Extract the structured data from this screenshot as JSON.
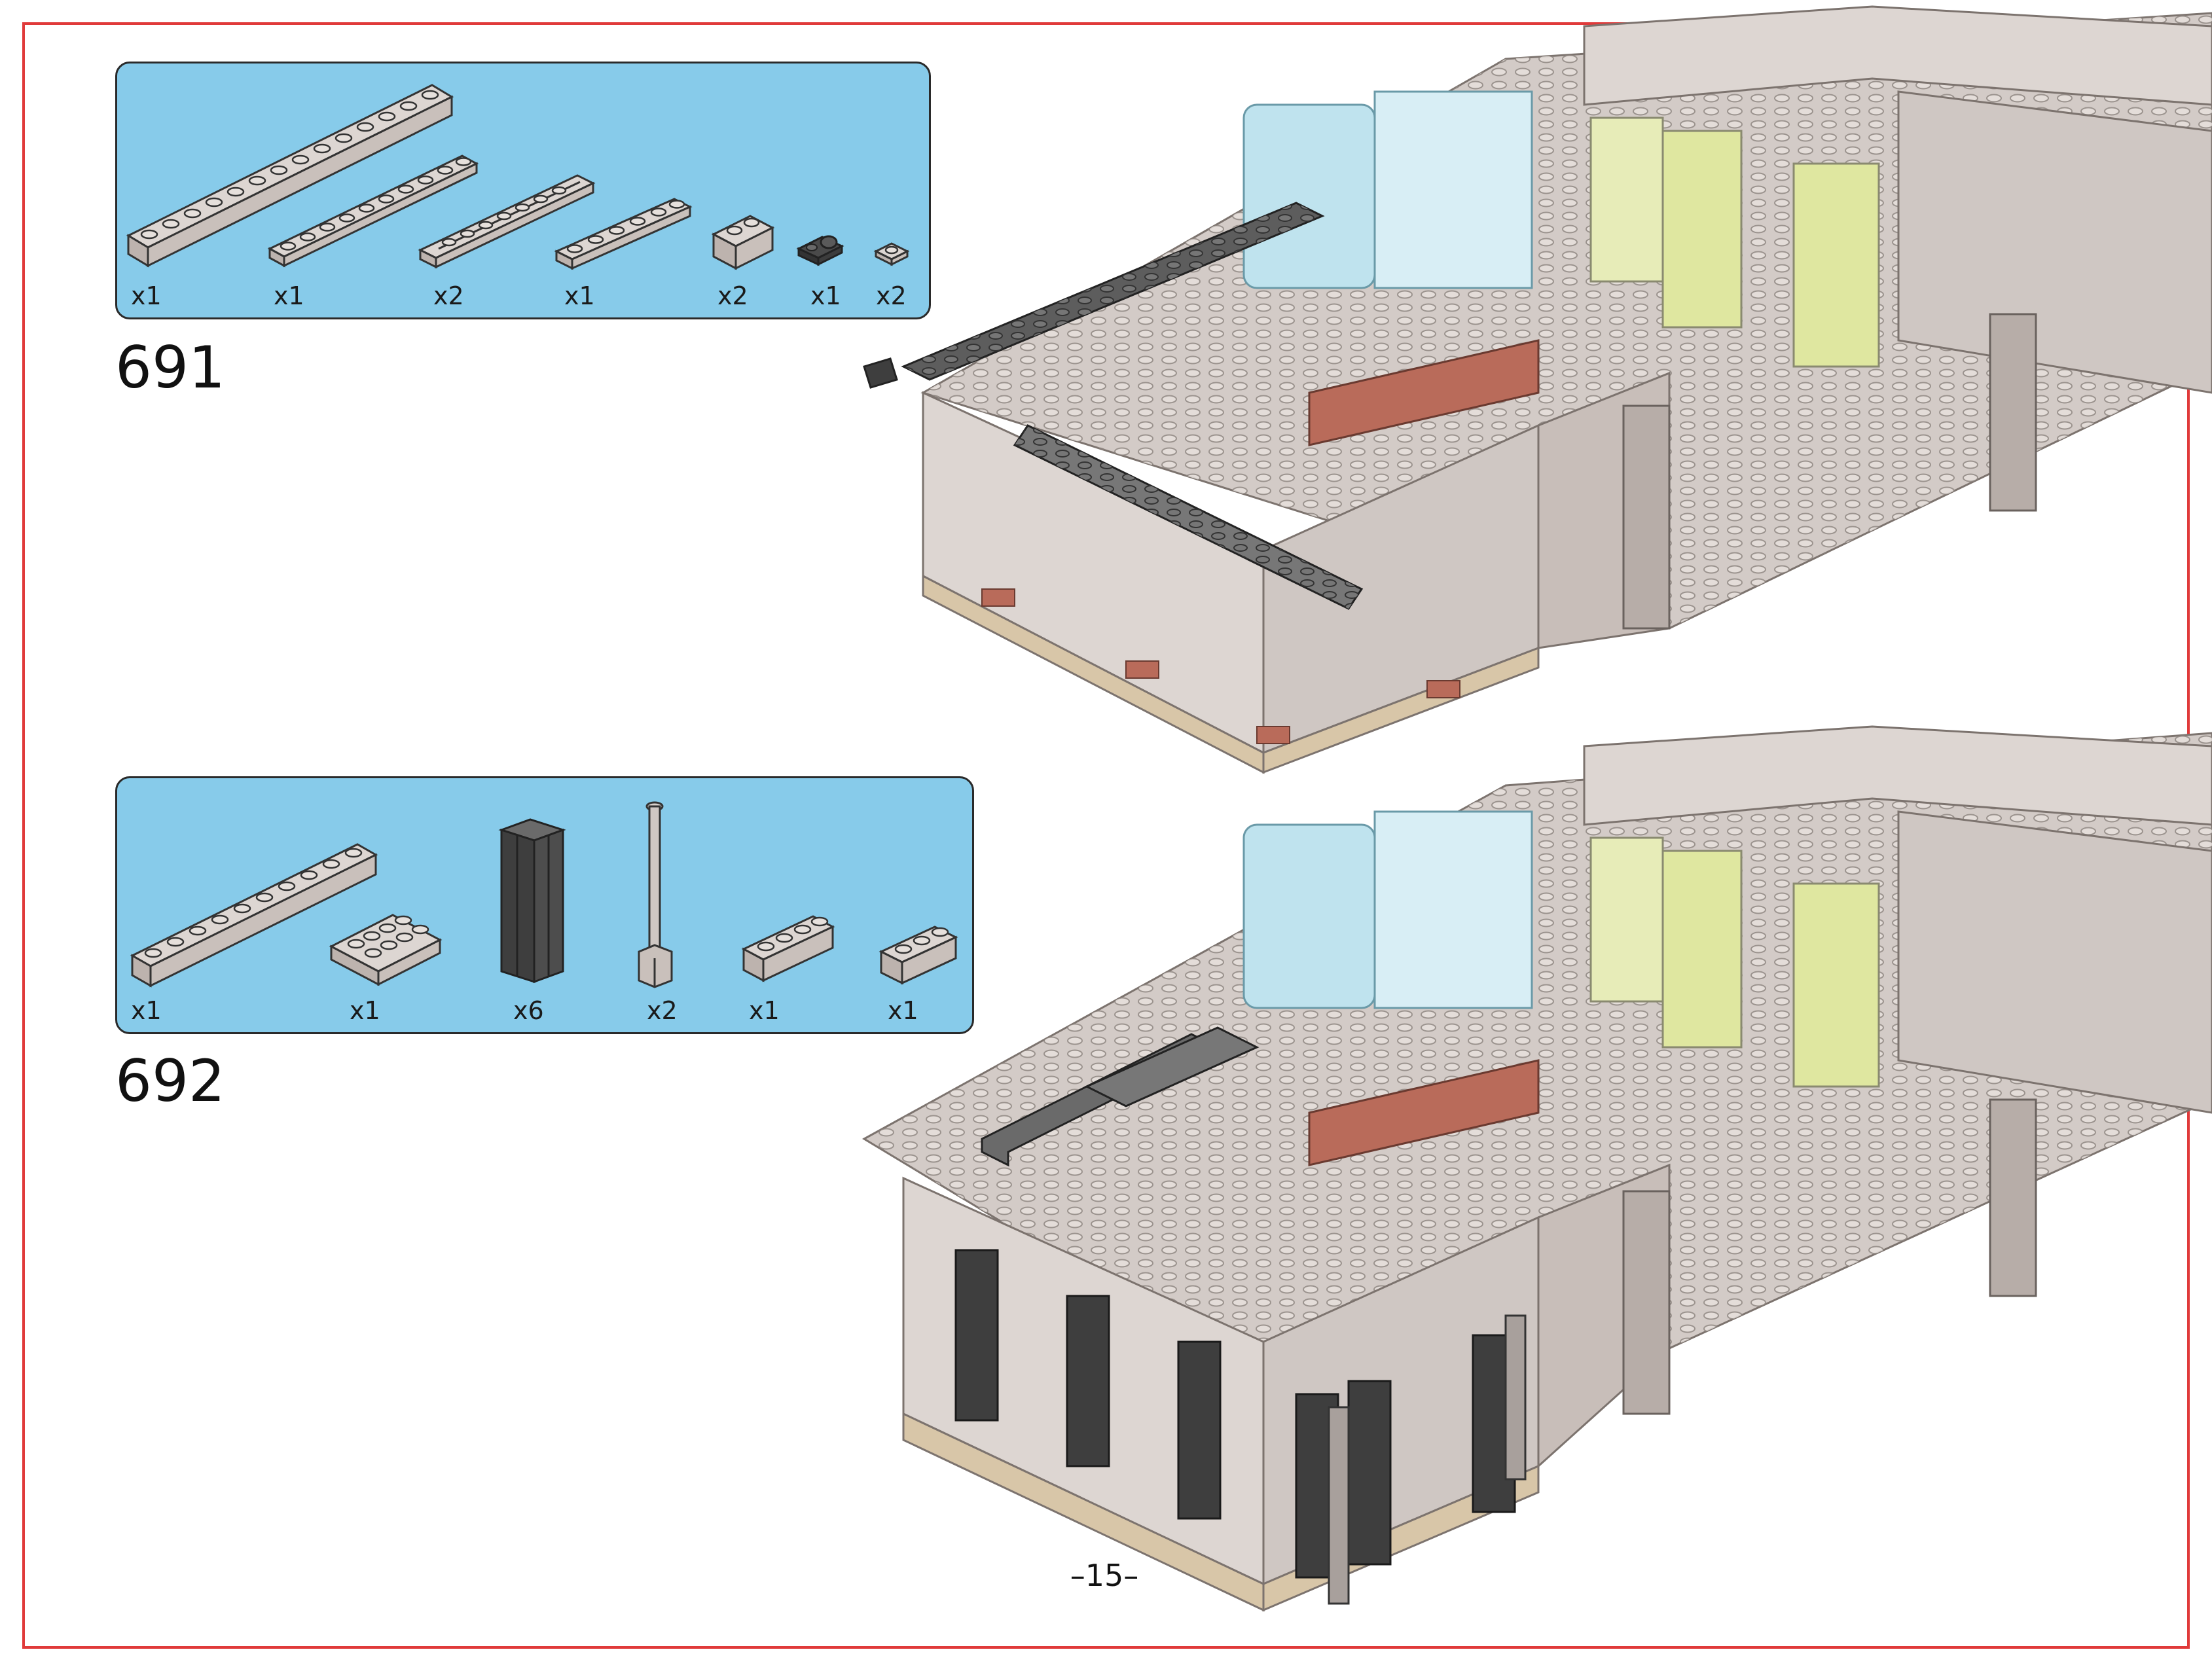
{
  "page": {
    "number": "–15–",
    "border_color": "#e03a3a"
  },
  "steps": [
    {
      "number": "691",
      "parts": [
        {
          "icon": "brick-1x14-icon",
          "qty": "x1"
        },
        {
          "icon": "plate-1x10-icon",
          "qty": "x1"
        },
        {
          "icon": "grooved-plate-1x8-icon",
          "qty": "x2"
        },
        {
          "icon": "plate-1x6-icon",
          "qty": "x1"
        },
        {
          "icon": "brick-1x2-icon",
          "qty": "x2"
        },
        {
          "icon": "clip-plate-dark-icon",
          "qty": "x1"
        },
        {
          "icon": "plate-1x1-icon",
          "qty": "x2"
        }
      ]
    },
    {
      "number": "692",
      "parts": [
        {
          "icon": "brick-1x10-icon",
          "qty": "x1"
        },
        {
          "icon": "brick-2x4-icon",
          "qty": "x1"
        },
        {
          "icon": "dark-pillar-icon",
          "qty": "x6"
        },
        {
          "icon": "antenna-bar-icon",
          "qty": "x2"
        },
        {
          "icon": "brick-1x4-icon",
          "qty": "x1"
        },
        {
          "icon": "brick-1x3-icon",
          "qty": "x1"
        }
      ]
    }
  ],
  "colors": {
    "panel": "#87cbea",
    "light_gray": "#cfc7c3",
    "mid_gray": "#b7ada8",
    "dark_gray": "#5d5d5d",
    "reddish_brown": "#b96b5a",
    "tan": "#d8c6a8",
    "trans_clear": "#bfe3ee",
    "lime_trans": "#dfe7a0"
  }
}
